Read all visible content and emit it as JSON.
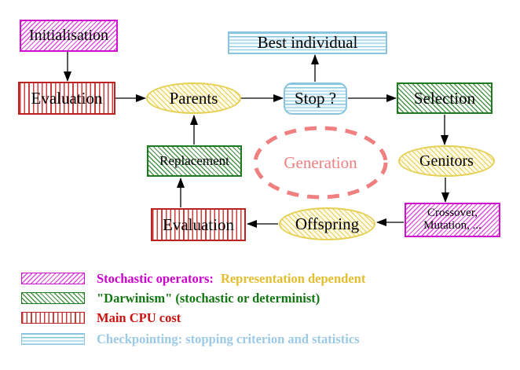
{
  "nodes": {
    "initialisation": "Initialisation",
    "evaluation_top": "Evaluation",
    "parents": "Parents",
    "stop": "Stop ?",
    "best_individual": "Best individual",
    "selection": "Selection",
    "genitors": "Genitors",
    "crossover_line1": "Crossover,",
    "crossover_line2": "Mutation, ...",
    "offspring": "Offspring",
    "evaluation_bottom": "Evaluation",
    "replacement": "Replacement",
    "generation": "Generation"
  },
  "legend": {
    "items": [
      {
        "swatch": "magenta-diagonal-hatch",
        "label": "Stochastic operators:",
        "label2": "Representation dependent",
        "label_color": "#cc00cc",
        "label2_color": "#e3bd2e"
      },
      {
        "swatch": "green-diagonal-hatch",
        "label": "\"Darwinism\" (stochastic or determinist)",
        "label_color": "#117711"
      },
      {
        "swatch": "red-vertical-stripes",
        "label": "Main CPU cost",
        "label_color": "#cc1111"
      },
      {
        "swatch": "cyan-horizontal-stripes",
        "label": "Checkpointing: stopping criterion and statistics",
        "label_color": "#9ccae6"
      }
    ]
  },
  "colors": {
    "magenta_border": "#cf10cf",
    "green_border": "#1e7a1e",
    "red_border": "#bb2222",
    "cyan_border": "#8ac4de",
    "yellow_border": "#e5d054",
    "generation_salmon": "#f08080",
    "arrow": "#000000",
    "node_text": "#000000"
  }
}
